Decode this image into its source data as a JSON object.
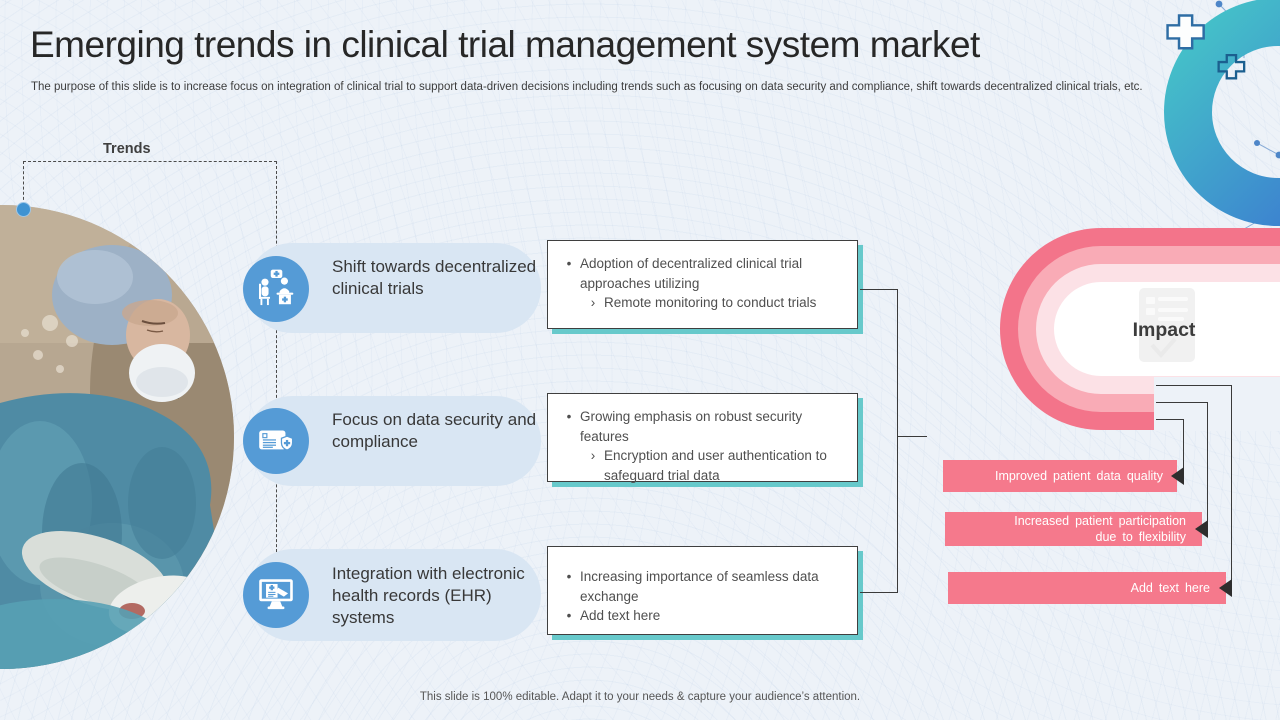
{
  "slide": {
    "title": "Emerging trends in clinical trial management system market",
    "subtitle": "The purpose of this slide is to increase focus on integration of clinical trial to  support data-driven decisions including trends such as focusing on data security and compliance, shift towards decentralized clinical trials, etc.",
    "footer": "This slide is 100% editable. Adapt it to your needs & capture your audience’s attention."
  },
  "trends": {
    "label": "Trends",
    "items": [
      {
        "title": "Shift towards decentralized clinical trials",
        "icon": "doctor-patient-desk-icon",
        "bullets": [
          {
            "marker": "•",
            "text": "Adoption of decentralized clinical trial approaches utilizing"
          },
          {
            "marker": "›",
            "text": "Remote monitoring to conduct trials"
          }
        ]
      },
      {
        "title": "Focus on data security and compliance",
        "icon": "secure-record-shield-icon",
        "bullets": [
          {
            "marker": "•",
            "text": "Growing emphasis on robust security features"
          },
          {
            "marker": "›",
            "text": "Encryption and user authentication to safeguard trial data"
          }
        ]
      },
      {
        "title": "Integration with electronic health records (EHR) systems",
        "icon": "ehr-monitor-icon",
        "bullets": [
          {
            "marker": "•",
            "text": "Increasing importance of seamless data exchange"
          },
          {
            "marker": "•",
            "text": "Add text here"
          }
        ]
      }
    ]
  },
  "impact": {
    "label": "Impact",
    "bars": [
      {
        "text": "Improved patient data quality"
      },
      {
        "text": "Increased patient participation due to flexibility"
      },
      {
        "text": "Add text here"
      }
    ]
  },
  "colors": {
    "background": "#edf2f8",
    "icon_circle_blue": "#559bd6",
    "pill_blue": "#d9e6f3",
    "box_shadow_teal": "#67c9cb",
    "bar_pink": "#f5798c",
    "ring_outer_pink": "#f3748a",
    "ring_mid_pink": "#f9abb6",
    "ring_light_pink": "#fce1e6",
    "arc_teal": "#45c4c8",
    "arc_blue": "#3b76d1",
    "connector_dark": "#3a3a3a"
  }
}
